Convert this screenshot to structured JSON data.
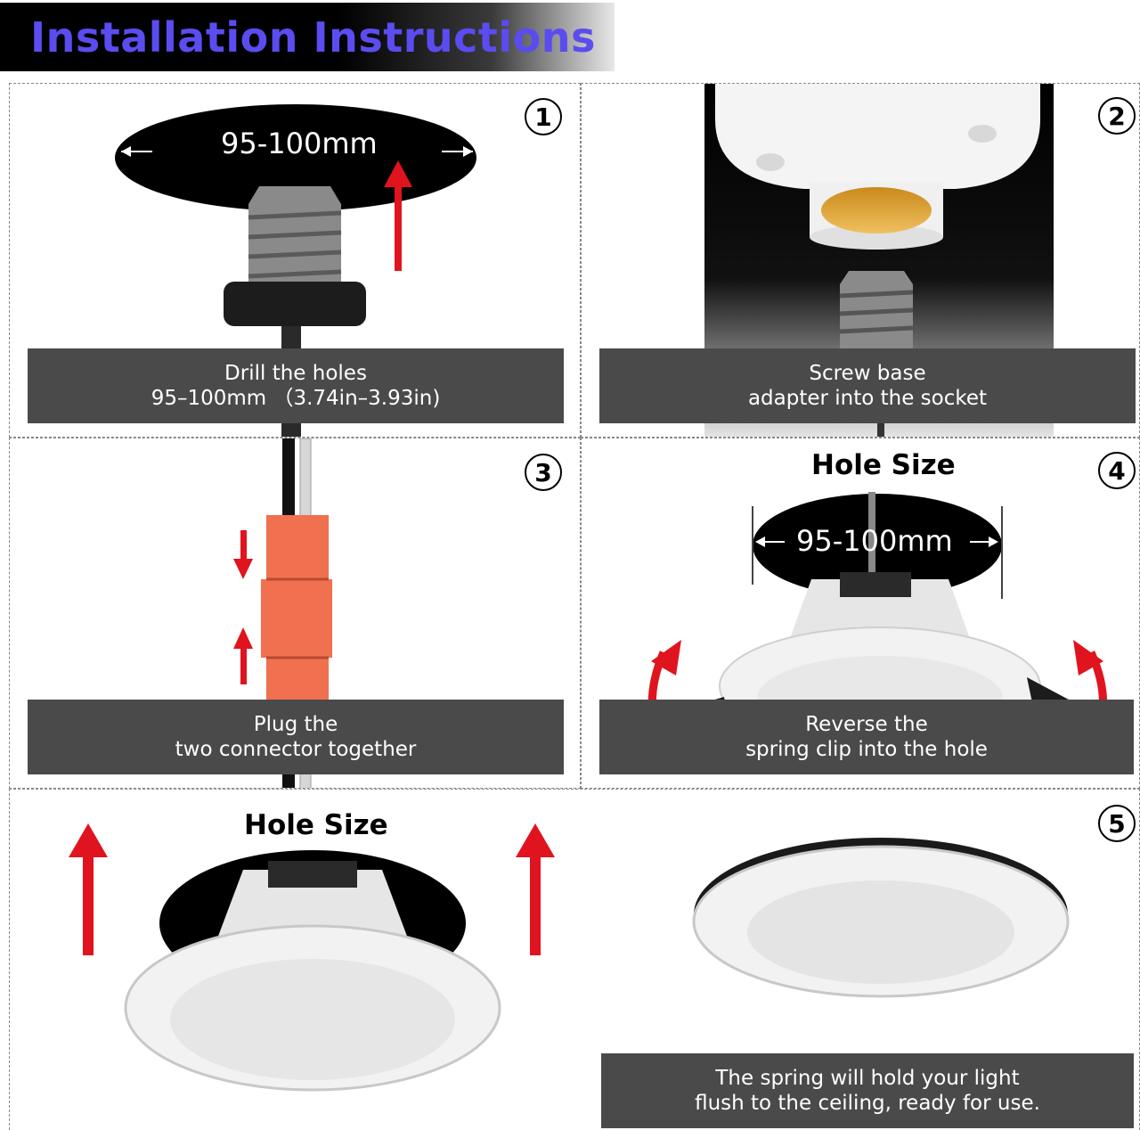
{
  "header": {
    "title": "Installation Instructions"
  },
  "steps": [
    {
      "number": "1",
      "dimension": "95-100mm",
      "caption_line1": "Drill the holes",
      "caption_line2": "95–100mm （3.74in–3.93in)"
    },
    {
      "number": "2",
      "caption_line1": "Screw base",
      "caption_line2": "adapter into the socket"
    },
    {
      "number": "3",
      "caption_line1": "Plug the",
      "caption_line2": "two connector together"
    },
    {
      "number": "4",
      "hole_label": "Hole Size",
      "dimension": "95-100mm",
      "caption_line1": "Reverse the",
      "caption_line2": "spring clip into the hole"
    },
    {
      "number": "5",
      "hole_label": "Hole Size",
      "caption_line1": "The spring will hold your light",
      "caption_line2": "flush to the ceiling,  ready for use."
    }
  ],
  "colors": {
    "title": "#5b4cf0",
    "arrow": "#e0141e",
    "caption_bg": "#4a4a4a",
    "connector": "#f07050"
  }
}
